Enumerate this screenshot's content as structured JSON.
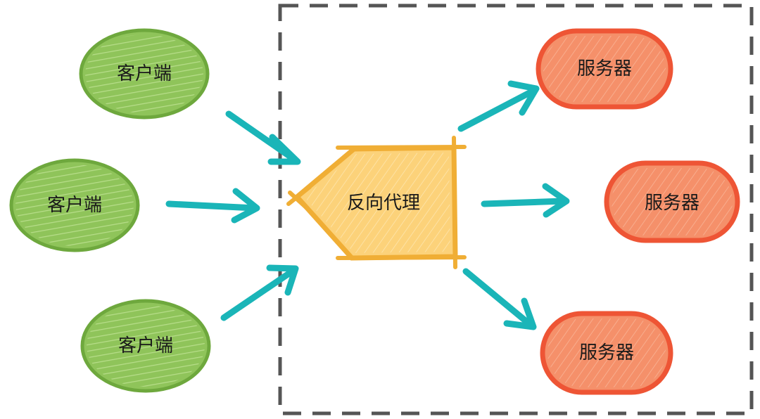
{
  "clients": [
    {
      "label": "客户端"
    },
    {
      "label": "客户端"
    },
    {
      "label": "客户端"
    }
  ],
  "proxy": {
    "label": "反向代理"
  },
  "servers": [
    {
      "label": "服务器"
    },
    {
      "label": "服务器"
    },
    {
      "label": "服务器"
    }
  ],
  "colors": {
    "client_fill": "#8fc45a",
    "client_stroke": "#6ea83d",
    "proxy_fill": "#fcd27a",
    "proxy_stroke": "#f0ae35",
    "server_fill": "#f5906a",
    "server_stroke": "#ee5535",
    "arrow": "#1ab5b8",
    "boundary": "#555555"
  }
}
